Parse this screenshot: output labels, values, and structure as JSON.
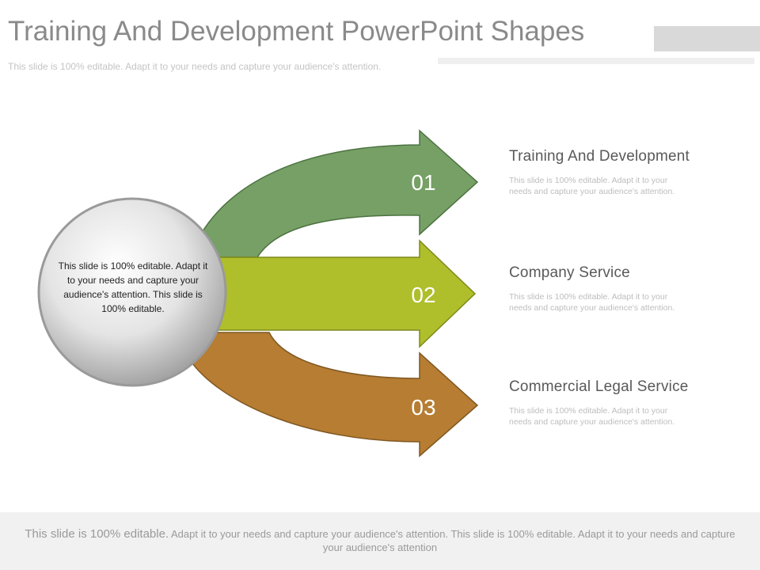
{
  "header": {
    "title": "Training And Development PowerPoint Shapes",
    "subtitle": "This slide is 100% editable. Adapt it to your needs and capture your audience's attention."
  },
  "circle": {
    "text": "This slide is 100% editable. Adapt it to your needs and capture your audience's attention. This slide is 100% editable."
  },
  "arrows": [
    {
      "number": "01",
      "color": "#76a066"
    },
    {
      "number": "02",
      "color": "#afbe2b"
    },
    {
      "number": "03",
      "color": "#b67d33"
    }
  ],
  "items": [
    {
      "title": "Training And Development",
      "description": "This slide is 100% editable. Adapt it to your needs and capture your audience's attention."
    },
    {
      "title": "Company Service",
      "description": "This slide is 100% editable. Adapt it to your needs and capture your audience's attention."
    },
    {
      "title": "Commercial  Legal Service",
      "description": "This slide is 100% editable. Adapt it to your needs and capture your audience's attention."
    }
  ],
  "footer": {
    "lead": "This slide is 100% editable.",
    "rest": " Adapt it to your needs and capture your audience's attention. This slide is 100% editable. Adapt it to your needs and capture your audience's attention"
  }
}
